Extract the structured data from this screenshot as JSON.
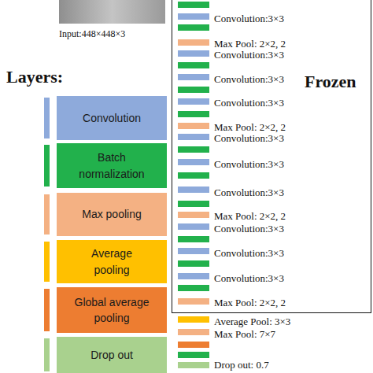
{
  "diagram": {
    "nodes": [
      {
        "text": [
          "Frozen"
        ]
      }
    ],
    "labels": [
      "Input:448×448×3",
      "Layers:",
      "Convolution:3×3",
      "Max Pool: 2×2, 2",
      "Convolution:3×3",
      "Convolution:3×3",
      "Convolution:3×3",
      "Max Pool: 2×2, 2",
      "Convolution:3×3",
      "Convolution:3×3",
      "Convolution:3×3",
      "Max Pool: 2×2, 2",
      "Convolution:3×3",
      "Convolution:3×3",
      "Convolution:3×3",
      "Max Pool: 2×2, 2",
      "Average Pool: 3×3",
      "Max Pool: 7×7",
      "Drop out: 0.7"
    ],
    "legend": [
      {
        "text": "Convolution",
        "color": "#8eaadb"
      },
      {
        "text": "Batch normalization",
        "color": "#22b14c"
      },
      {
        "text": "Max pooling",
        "color": "#f4b183"
      },
      {
        "text": "Average pooling",
        "color": "#ffc000"
      },
      {
        "text": "Global average pooling",
        "color": "#ed7d31"
      },
      {
        "text": "Drop out",
        "color": "#a9d18e"
      }
    ]
  }
}
